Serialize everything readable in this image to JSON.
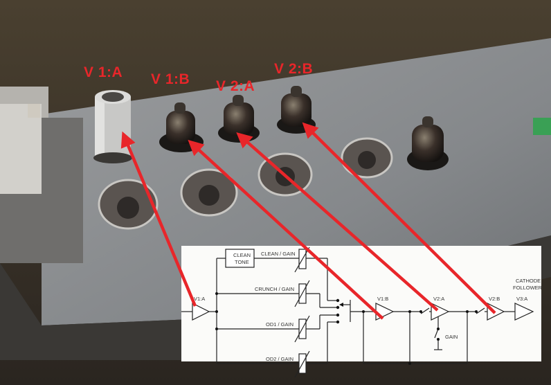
{
  "tube_labels": [
    "V 1:A",
    "V 1:B",
    "V 2:A",
    "V 2:B"
  ],
  "schematic": {
    "blocks": {
      "clean_tone": [
        "CLEAN",
        "TONE"
      ]
    },
    "pots": [
      "CLEAN / GAIN",
      "CRUNCH / GAIN",
      "OD1 / GAIN",
      "OD2 / GAIN"
    ],
    "stages": [
      "V1:A",
      "V1:B",
      "V2:A",
      "V2:B",
      "V3:A"
    ],
    "cathode_follower": [
      "CATHODE",
      "FOLLOWER"
    ],
    "gain_switch": "GAIN"
  },
  "colors": {
    "arrow": "#e8262a",
    "chassis": "#8a8d90"
  }
}
